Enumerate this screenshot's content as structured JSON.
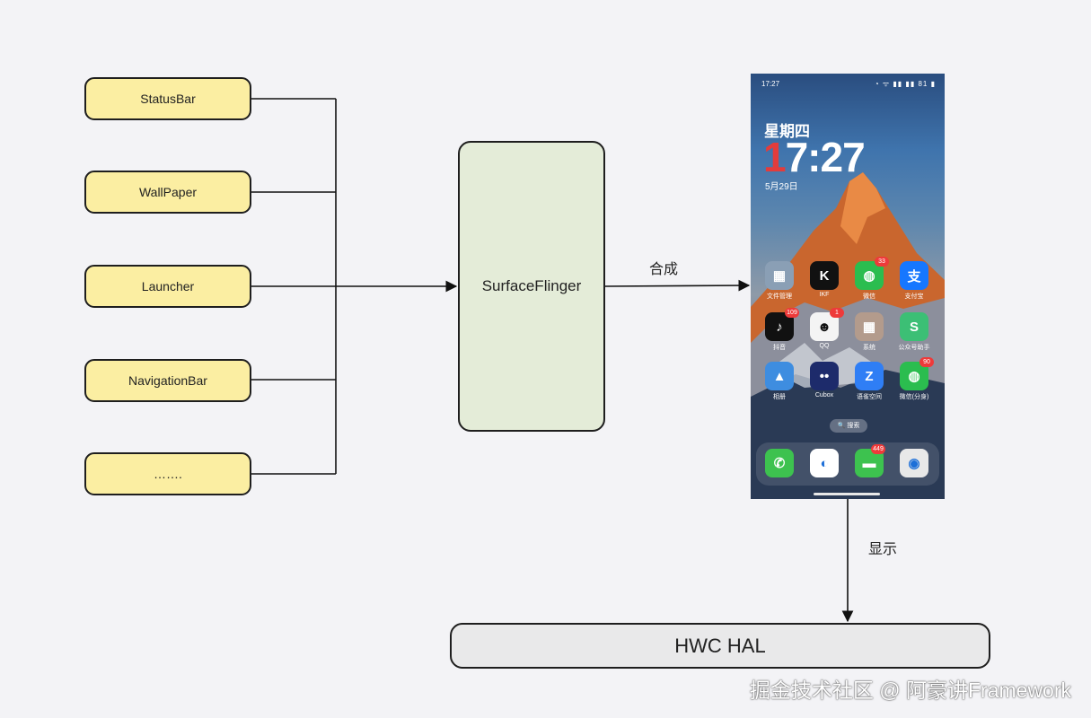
{
  "layers": [
    "StatusBar",
    "WallPaper",
    "Launcher",
    "NavigationBar",
    "……."
  ],
  "compositor": "SurfaceFlinger",
  "compose_label": "合成",
  "display_label": "显示",
  "hal": "HWC HAL",
  "phone": {
    "status_time": "17:27",
    "status_icons": "◔ ᯤ ▮▮ ▮▮ 81 ▮",
    "weekday": "星期四",
    "clock_first_digit": "1",
    "clock_rest": "7:27",
    "date": "5月29日",
    "apps": [
      {
        "label": "文件管理",
        "badge": "",
        "glyph": "▦",
        "color": "#8a9fb5"
      },
      {
        "label": "IKF",
        "badge": "",
        "glyph": "K",
        "color": "#111111"
      },
      {
        "label": "微信",
        "badge": "33",
        "glyph": "◍",
        "color": "#2bbd4f"
      },
      {
        "label": "支付宝",
        "badge": "",
        "glyph": "支",
        "color": "#1677ff"
      },
      {
        "label": "抖音",
        "badge": "109",
        "glyph": "♪",
        "color": "#111111"
      },
      {
        "label": "QQ",
        "badge": "1",
        "glyph": "☻",
        "color": "#f4f4f4"
      },
      {
        "label": "系统",
        "badge": "",
        "glyph": "▦",
        "color": "#b39b8c"
      },
      {
        "label": "公众号助手",
        "badge": "",
        "glyph": "S",
        "color": "#3cbf75"
      },
      {
        "label": "相册",
        "badge": "",
        "glyph": "▲",
        "color": "#3e8de0"
      },
      {
        "label": "Cubox",
        "badge": "",
        "glyph": "••",
        "color": "#1d2b6b"
      },
      {
        "label": "语雀空间",
        "badge": "",
        "glyph": "Z",
        "color": "#2f7ef5"
      },
      {
        "label": "微信(分身)",
        "badge": "90",
        "glyph": "◍",
        "color": "#2bbd4f"
      }
    ],
    "search": "🔍 搜索",
    "dock": [
      {
        "glyph": "✆",
        "color": "#3dc24f",
        "badge": ""
      },
      {
        "glyph": "◐",
        "color": "#ffffff",
        "badge": ""
      },
      {
        "glyph": "▬",
        "color": "#3dc24f",
        "badge": "449"
      },
      {
        "glyph": "◉",
        "color": "#e8e8e8",
        "badge": ""
      }
    ]
  },
  "watermark": "掘金技术社区 @ 阿豪讲Framework"
}
